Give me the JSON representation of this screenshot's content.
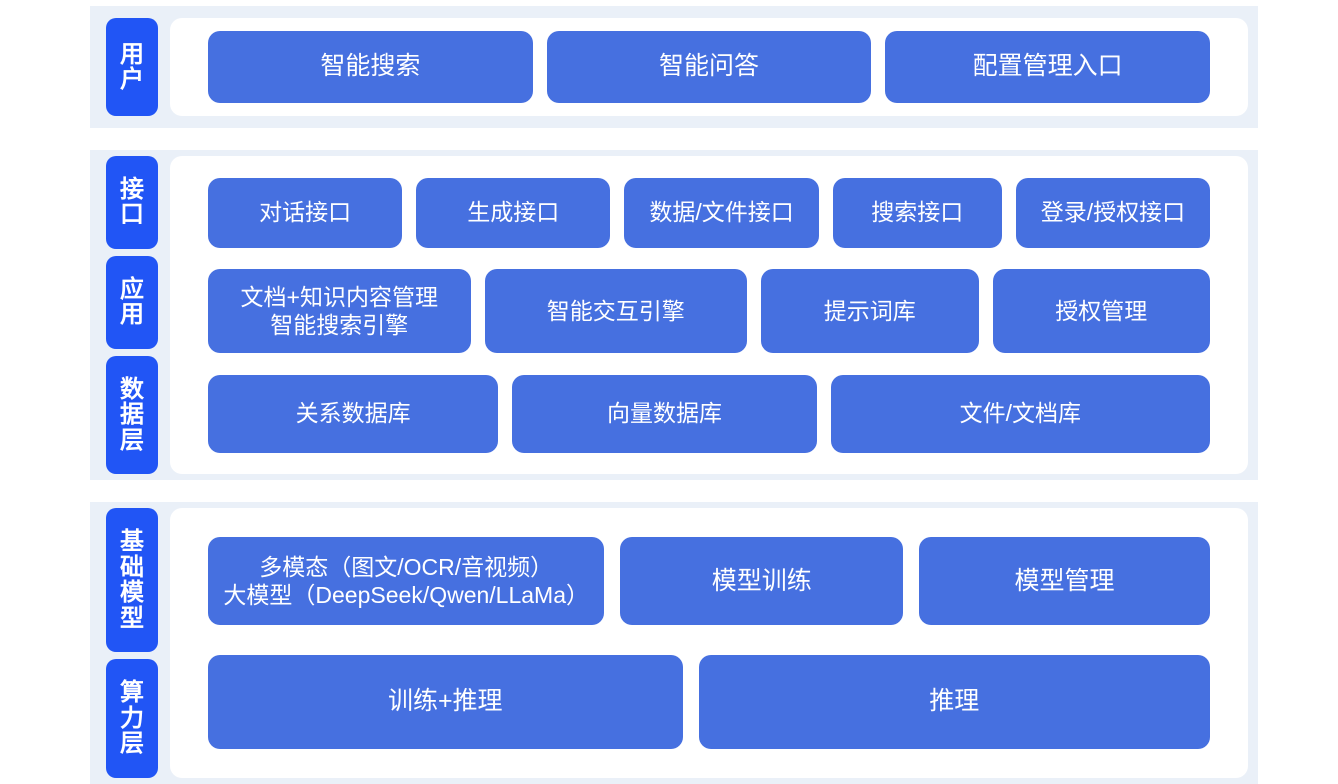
{
  "diagram": {
    "accent_tab_color": "#2155f5",
    "box_color": "#4670e0",
    "band_color": "#eaf0f8",
    "panel_color": "#ffffff",
    "sections": [
      {
        "id": "user",
        "tabs": [
          "用户"
        ],
        "rows": [
          {
            "id": "user-row",
            "boxes": [
              "智能搜索",
              "智能问答",
              "配置管理入口"
            ]
          }
        ]
      },
      {
        "id": "middle",
        "tabs": [
          "接口",
          "应用",
          "数据层"
        ],
        "rows": [
          {
            "id": "interface-row",
            "boxes": [
              "对话接口",
              "生成接口",
              "数据/文件接口",
              "搜索接口",
              "登录/授权接口"
            ]
          },
          {
            "id": "application-row",
            "boxes": [
              "文档+知识内容管理\n智能搜索引擎",
              "智能交互引擎",
              "提示词库",
              "授权管理"
            ]
          },
          {
            "id": "data-row",
            "boxes": [
              "关系数据库",
              "向量数据库",
              "文件/文档库"
            ]
          }
        ]
      },
      {
        "id": "base",
        "tabs": [
          "基础模型",
          "算力层"
        ],
        "rows": [
          {
            "id": "model-row",
            "boxes": [
              "多模态（图文/OCR/音视频）\n大模型（DeepSeek/Qwen/LLaMa）",
              "模型训练",
              "模型管理"
            ]
          },
          {
            "id": "compute-row",
            "boxes": [
              "训练+推理",
              "推理"
            ]
          }
        ]
      }
    ]
  }
}
